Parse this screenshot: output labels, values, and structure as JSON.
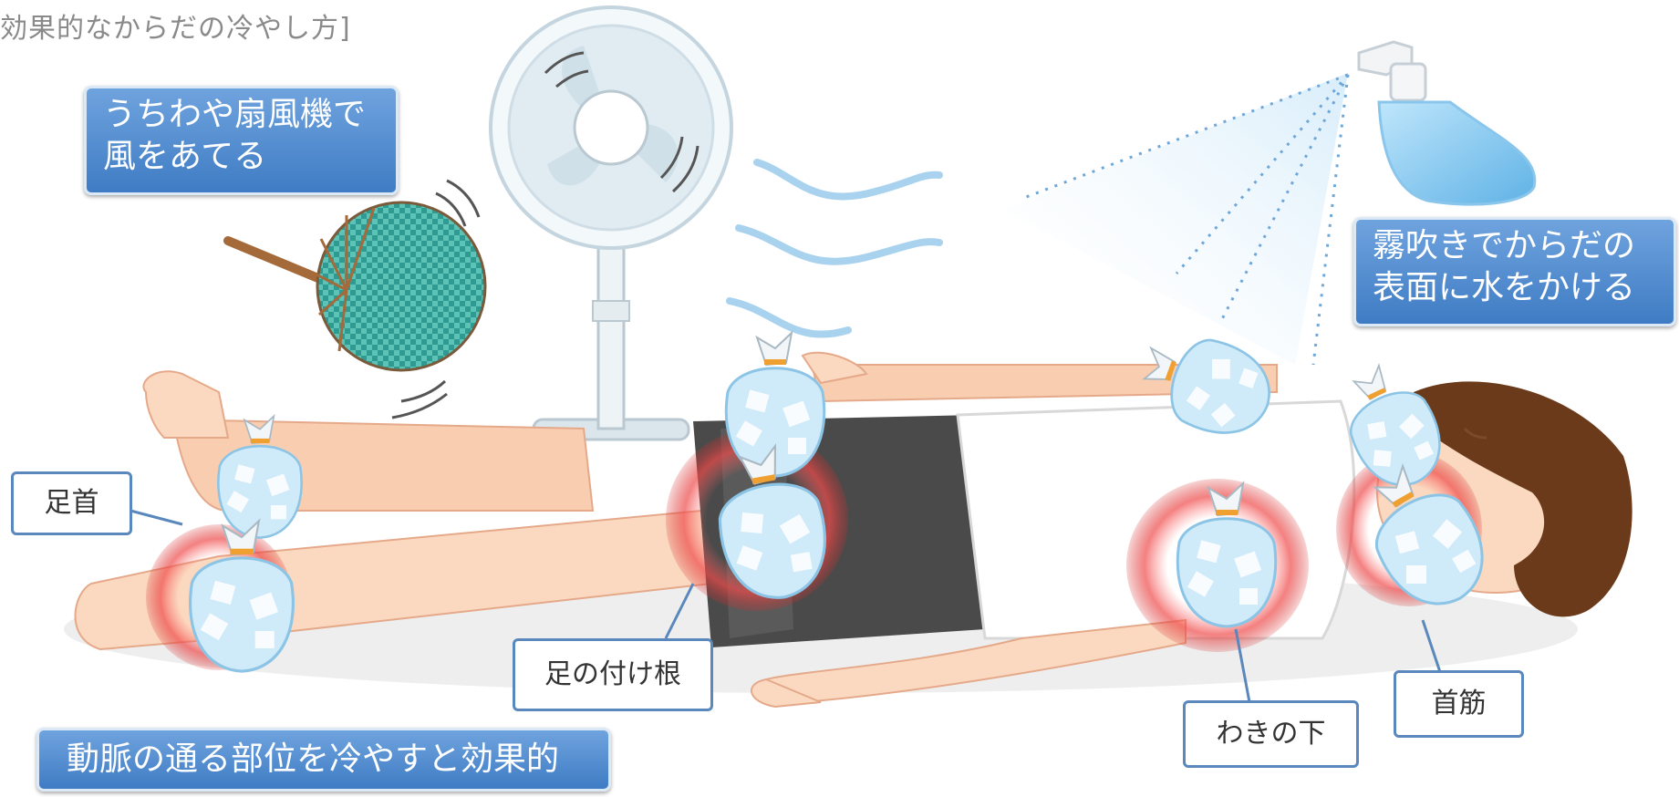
{
  "header": {
    "title": "効果的なからだの冷やし方]"
  },
  "methods": {
    "fan": [
      "うちわや扇風機で",
      "風をあてる"
    ],
    "spray": [
      "霧吹きでからだの",
      "表面に水をかける"
    ],
    "summary": "動脈の通る部位を冷やすと効果的"
  },
  "labels": {
    "ankle": "足首",
    "groin": "足の付け根",
    "armpit": "わきの下",
    "neck": "首筋"
  },
  "icons": [
    "electric-fan-icon",
    "uchiwa-fan-icon",
    "spray-bottle-icon",
    "ice-bag-icon",
    "person-icon"
  ],
  "colors": {
    "box_blue": "#4a86cc",
    "label_border": "#5a88bd",
    "skin": "#fbd9c0",
    "hair": "#6b3a1a",
    "shorts": "#4a4a4a",
    "shirt": "#ffffff",
    "ice_bag": "#bfe3f5",
    "highlight_red": "#e03a3a",
    "mesh_green": "#2e9a92"
  }
}
